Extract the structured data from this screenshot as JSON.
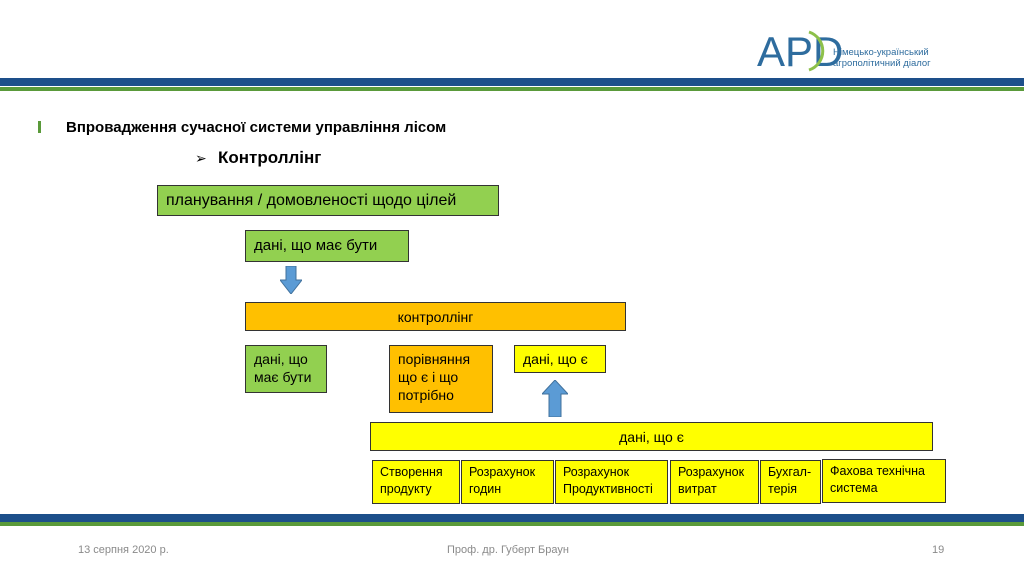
{
  "header": {
    "logo_mark": "APD",
    "logo_line1": "Німецько-український",
    "logo_line2": "агрополітичний діалог"
  },
  "slide": {
    "heading": "Впровадження сучасної системи управління лісом",
    "subheading": "Контроллінг",
    "sub_bullet_glyph": "➢"
  },
  "diagram": {
    "planning": "планування / домовленості щодо цілей",
    "should_be_top": "дані, що має бути",
    "controlling": "контроллінг",
    "should_be_bottom": "дані, що має бути",
    "comparison": "порівняння що є і що потрібно",
    "actual_small": "дані, що є",
    "actual_wide": "дані, що є",
    "sources": [
      "Створення продукту",
      "Розрахунок годин",
      "Розрахунок Продуктивності",
      "Розрахунок витрат",
      "Бухгал-терія",
      "Фахова технічна система"
    ]
  },
  "footer": {
    "date": "13 серпня 2020 р.",
    "author": "Проф. др. Губерт Браун",
    "page": "19"
  },
  "colors": {
    "green": "#92d050",
    "orange": "#ffc000",
    "yellow": "#ffff00",
    "stripe_blue": "#1d4f8a",
    "stripe_green": "#5a9a3a",
    "arrow_blue": "#5b9bd5"
  }
}
